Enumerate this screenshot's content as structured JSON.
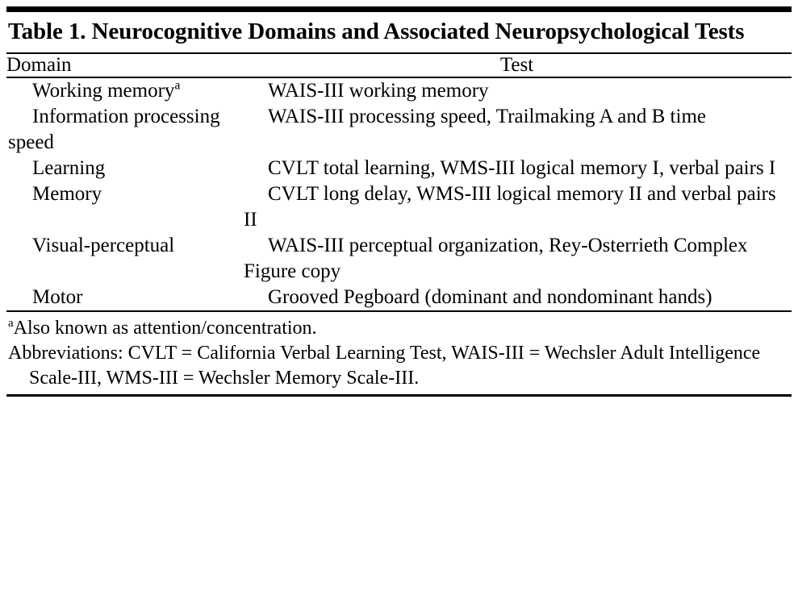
{
  "table": {
    "caption": "Table 1. Neurocognitive Domains and Associated Neuropsychological Tests",
    "headers": {
      "domain": "Domain",
      "test": "Test"
    },
    "rows": [
      {
        "domain": "Working memory",
        "domain_sup": "a",
        "test": "WAIS-III working memory"
      },
      {
        "domain": "Information processing speed",
        "domain_sup": "",
        "test": "WAIS-III processing speed, Trailmaking A and B time"
      },
      {
        "domain": "Learning",
        "domain_sup": "",
        "test": "CVLT total learning, WMS-III logical memory I, verbal pairs I"
      },
      {
        "domain": "Memory",
        "domain_sup": "",
        "test": "CVLT long delay, WMS-III logical memory II and verbal pairs II"
      },
      {
        "domain": "Visual-perceptual",
        "domain_sup": "",
        "test": "WAIS-III perceptual organization, Rey-Osterrieth Complex Figure copy"
      },
      {
        "domain": "Motor",
        "domain_sup": "",
        "test": "Grooved Pegboard (dominant and nondominant hands)"
      }
    ],
    "footnotes": {
      "marker": "a",
      "note_a": "Also known as attention/concentration.",
      "abbreviations": "Abbreviations: CVLT = California Verbal Learning Test, WAIS-III = Wechsler Adult Intelligence Scale-III, WMS-III = Wechsler Memory Scale-III."
    }
  }
}
